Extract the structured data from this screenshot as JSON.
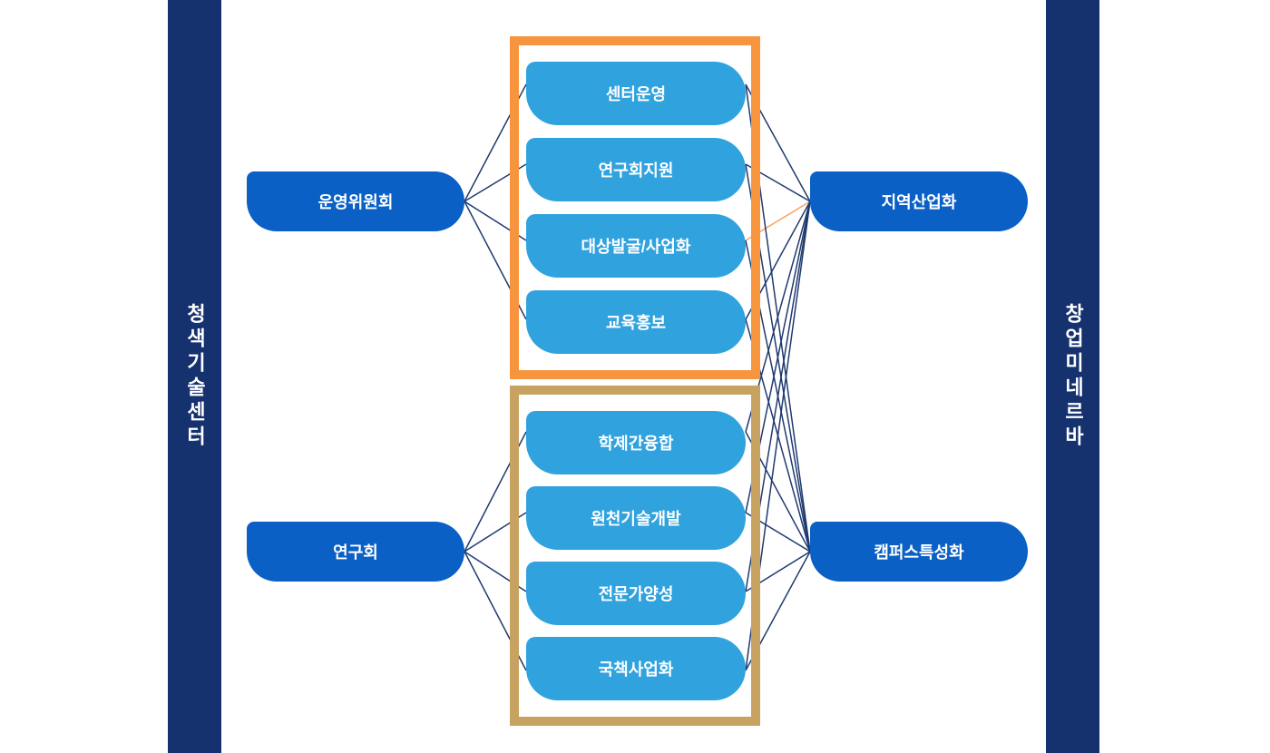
{
  "left_bar": {
    "label": "청색기술센터"
  },
  "right_bar": {
    "label": "창업미네르바"
  },
  "nodes": {
    "left_top": {
      "label": "운영위원회"
    },
    "left_bottom": {
      "label": "연구회"
    },
    "right_top": {
      "label": "지역산업화"
    },
    "right_bottom": {
      "label": "캠퍼스특성화"
    }
  },
  "groups": [
    {
      "name": "top-group",
      "border_color": "#f7943e",
      "items": [
        {
          "label": "센터운영"
        },
        {
          "label": "연구회지원"
        },
        {
          "label": "대상발굴/사업화"
        },
        {
          "label": "교육홍보"
        }
      ]
    },
    {
      "name": "bottom-group",
      "border_color": "#c7a261",
      "items": [
        {
          "label": "학제간융합"
        },
        {
          "label": "원천기술개발"
        },
        {
          "label": "전문가양성"
        },
        {
          "label": "국책사업화"
        }
      ]
    }
  ],
  "colors": {
    "side_bar": "#15316e",
    "dark_node": "#0a60c5",
    "light_box": "#30a2de",
    "orange_border": "#f7943e",
    "tan_border": "#c7a261",
    "line_navy": "#1f3a70",
    "line_orange": "#f8a55f"
  }
}
